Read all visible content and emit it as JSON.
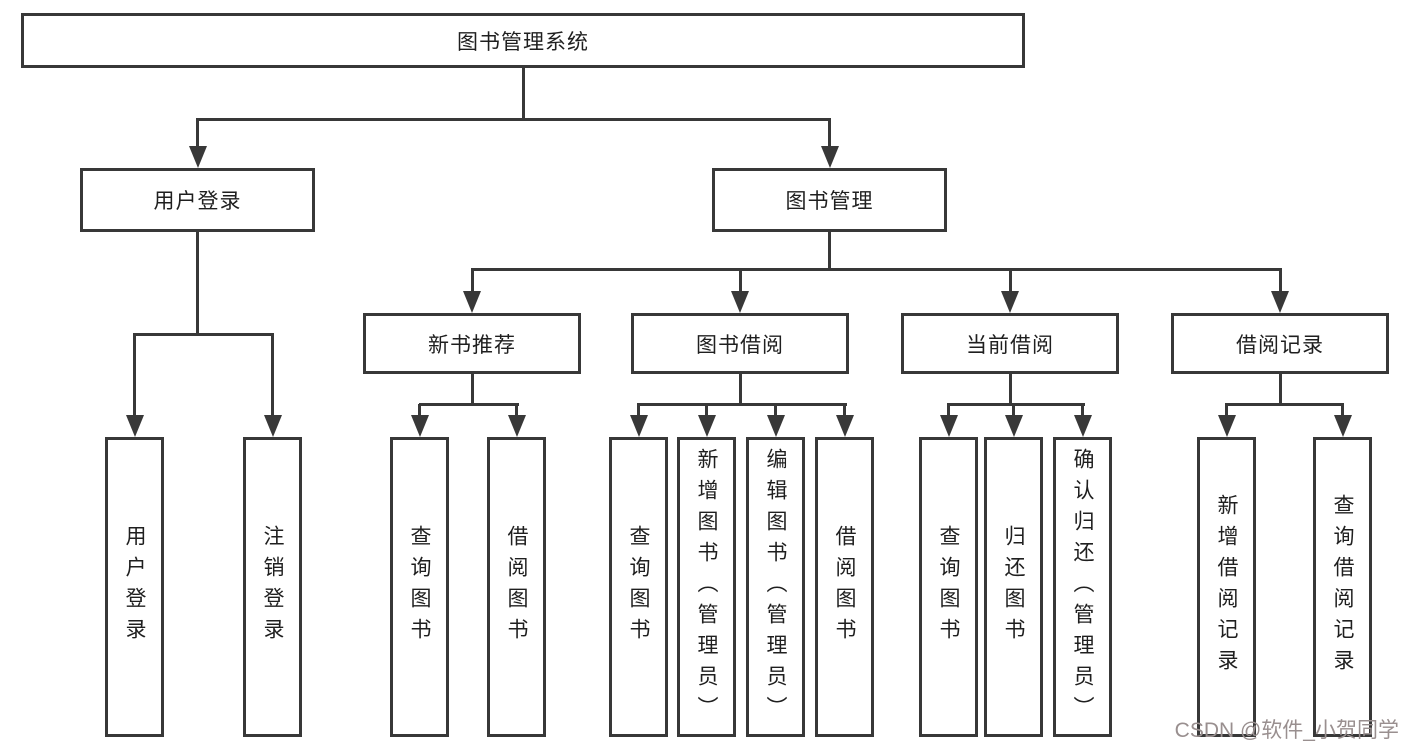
{
  "watermark": "CSDN @软件_小贺同学",
  "diagram": {
    "root": {
      "label": "图书管理系统"
    },
    "level2": [
      {
        "label": "用户登录"
      },
      {
        "label": "图书管理"
      }
    ],
    "level3": [
      {
        "label": "新书推荐"
      },
      {
        "label": "图书借阅"
      },
      {
        "label": "当前借阅"
      },
      {
        "label": "借阅记录"
      }
    ],
    "leaves": [
      {
        "label": "用户登录"
      },
      {
        "label": "注销登录"
      },
      {
        "label": "查询图书"
      },
      {
        "label": "借阅图书"
      },
      {
        "label": "查询图书"
      },
      {
        "label": "新增图书（管理员）"
      },
      {
        "label": "编辑图书（管理员）"
      },
      {
        "label": "借阅图书"
      },
      {
        "label": "查询图书"
      },
      {
        "label": "归还图书"
      },
      {
        "label": "确认归还（管理员）"
      },
      {
        "label": "新增借阅记录"
      },
      {
        "label": "查询借阅记录"
      }
    ],
    "line_color": "#383838",
    "text_color": "#1f1f1f",
    "watermark_color": "#998f8f"
  }
}
